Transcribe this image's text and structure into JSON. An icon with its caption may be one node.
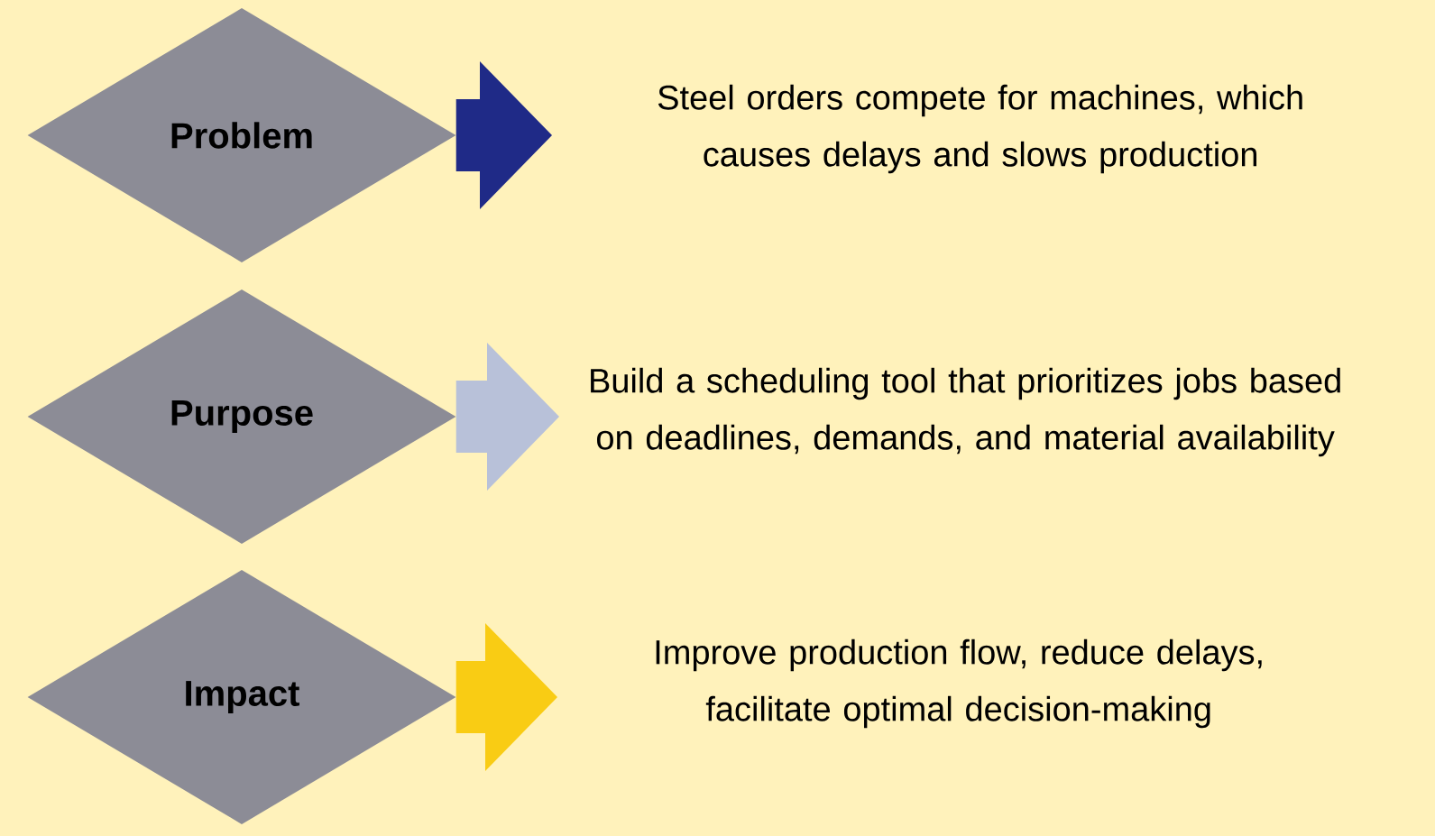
{
  "diagram": {
    "nodes": [
      {
        "text": [
          "Problem"
        ]
      },
      {
        "text": [
          "Steel orders compete for machines, which causes delays and slows production"
        ]
      },
      {
        "text": [
          "Purpose"
        ]
      },
      {
        "text": [
          "Build a scheduling tool that prioritizes jobs based on deadlines, demands, and material availability"
        ]
      },
      {
        "text": [
          "Impact"
        ]
      },
      {
        "text": [
          "Improve production flow, reduce delays, facilitate optimal decision-making"
        ]
      }
    ],
    "edges": [
      {
        "from": 0,
        "to": 1,
        "arrow": "to",
        "style": "thick",
        "color": "#1f2a87"
      },
      {
        "from": 2,
        "to": 3,
        "arrow": "to",
        "style": "thick",
        "color": "#b8c1d9"
      },
      {
        "from": 4,
        "to": 5,
        "arrow": "to",
        "style": "thick",
        "color": "#f9cc14"
      }
    ]
  }
}
